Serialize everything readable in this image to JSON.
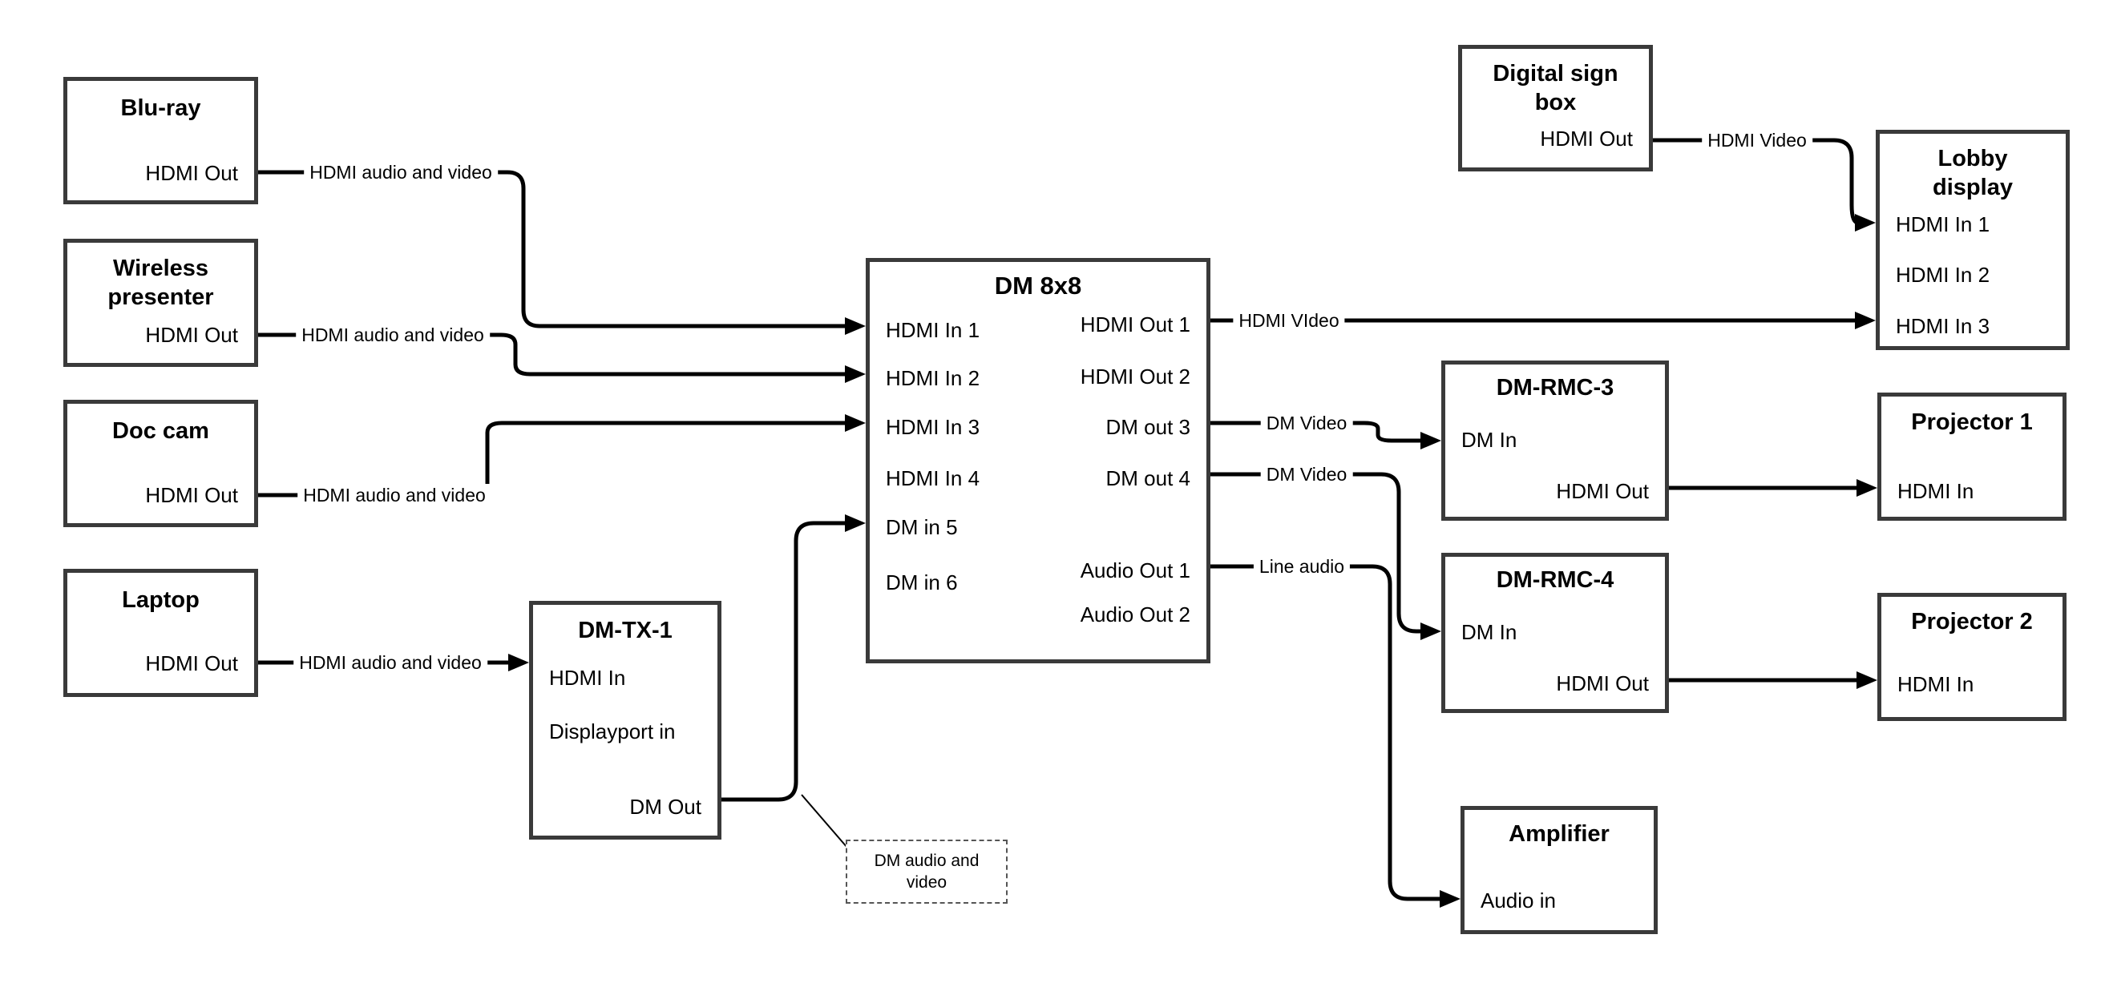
{
  "colors": {
    "line": "#000000",
    "border": "#3a3a3a",
    "background": "#ffffff"
  },
  "boxes": {
    "bluray": {
      "title": "Blu-ray",
      "hdmi_out": "HDMI Out"
    },
    "wireless": {
      "title": "Wireless presenter",
      "hdmi_out": "HDMI Out"
    },
    "doccam": {
      "title": "Doc cam",
      "hdmi_out": "HDMI Out"
    },
    "laptop": {
      "title": "Laptop",
      "hdmi_out": "HDMI Out"
    },
    "dmtx1": {
      "title": "DM-TX-1",
      "hdmi_in": "HDMI In",
      "displayport_in": "Displayport in",
      "dm_out": "DM Out"
    },
    "dm8x8": {
      "title": "DM 8x8",
      "in1": "HDMI In 1",
      "in2": "HDMI In 2",
      "in3": "HDMI In 3",
      "in4": "HDMI In 4",
      "in5": "DM in 5",
      "in6": "DM in 6",
      "out1": "HDMI Out 1",
      "out2": "HDMI Out 2",
      "out3": "DM out 3",
      "out4": "DM out 4",
      "aout1": "Audio Out 1",
      "aout2": "Audio Out 2"
    },
    "digitalsign": {
      "title": "Digital sign box",
      "hdmi_out": "HDMI Out"
    },
    "lobby": {
      "title": "Lobby display",
      "in1": "HDMI In 1",
      "in2": "HDMI In 2",
      "in3": "HDMI In 3"
    },
    "dmrmc3": {
      "title": "DM-RMC-3",
      "dm_in": "DM In",
      "hdmi_out": "HDMI Out"
    },
    "proj1": {
      "title": "Projector 1",
      "hdmi_in": "HDMI In"
    },
    "dmrmc4": {
      "title": "DM-RMC-4",
      "dm_in": "DM In",
      "hdmi_out": "HDMI Out"
    },
    "proj2": {
      "title": "Projector 2",
      "hdmi_in": "HDMI In"
    },
    "amplifier": {
      "title": "Amplifier",
      "audio_in": "Audio in"
    }
  },
  "connection_labels": {
    "hdmi_av": "HDMI audio and video",
    "hdmi_video_main": "HDMI VIdeo",
    "dm_video": "DM Video",
    "line_audio": "Line audio",
    "hdmi_video_sign": "HDMI Video"
  },
  "note": {
    "text": "DM audio and video"
  }
}
